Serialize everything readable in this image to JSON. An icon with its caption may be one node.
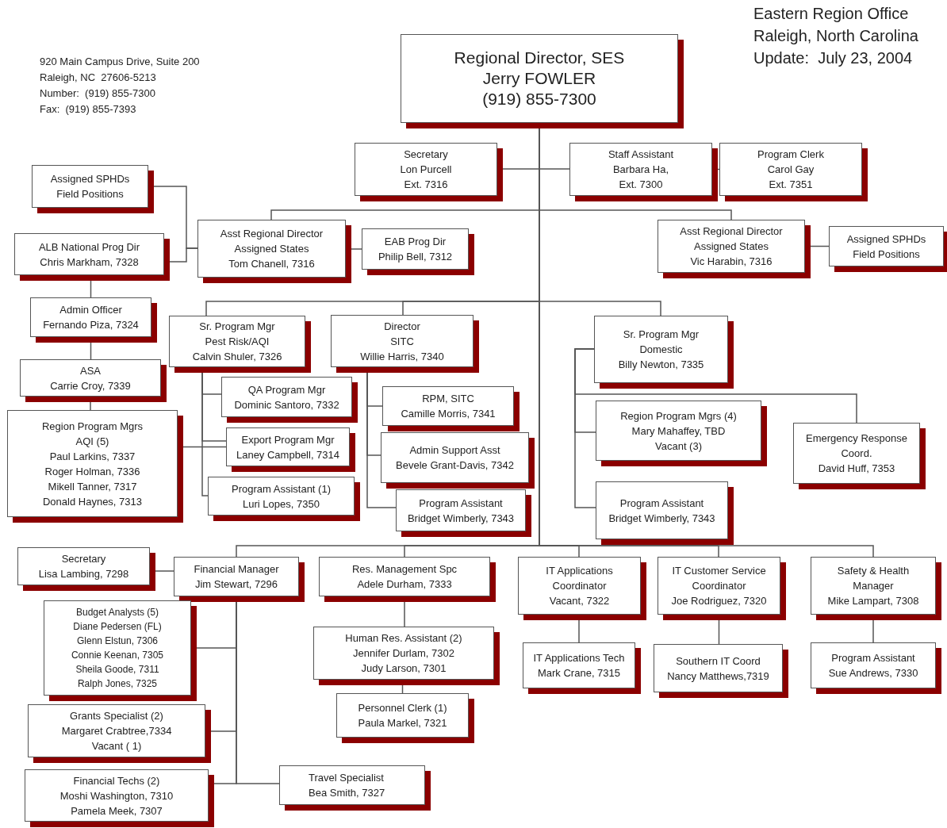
{
  "diagram": {
    "nodes": [
      {
        "text": [
          "Regional Director, SES",
          "Jerry FOWLER",
          "(919) 855-7300"
        ]
      },
      {
        "text": [
          "Secretary",
          "Lon Purcell",
          "Ext. 7316"
        ]
      },
      {
        "text": [
          "Staff Assistant",
          "Barbara Ha,",
          "Ext. 7300"
        ]
      },
      {
        "text": [
          "Program Clerk",
          "Carol Gay",
          "Ext. 7351"
        ]
      },
      {
        "text": [
          "Assigned SPHDs",
          "Field Positions"
        ]
      },
      {
        "text": [
          "ALB National Prog Dir",
          "Chris Markham, 7328"
        ]
      },
      {
        "text": [
          "Asst Regional Director",
          "Assigned States",
          "Tom Chanell, 7316"
        ]
      },
      {
        "text": [
          "EAB Prog Dir",
          "Philip Bell, 7312"
        ]
      },
      {
        "text": [
          "Asst Regional Director",
          "Assigned States",
          "Vic Harabin, 7316"
        ]
      },
      {
        "text": [
          "Assigned SPHDs",
          "Field Positions"
        ]
      },
      {
        "text": [
          "Admin Officer",
          "Fernando Piza, 7324"
        ]
      },
      {
        "text": [
          "ASA",
          "Carrie Croy, 7339"
        ]
      },
      {
        "text": [
          "Region Program Mgrs AQI (5)",
          "Paul Larkins, 7337",
          "Roger Holman, 7336",
          "Mikell Tanner, 7317",
          "Donald Haynes, 7313"
        ]
      },
      {
        "text": [
          "Sr. Program Mgr",
          "Pest Risk/AQI",
          "Calvin Shuler, 7326"
        ]
      },
      {
        "text": [
          "Director",
          "SITC",
          "Willie Harris, 7340"
        ]
      },
      {
        "text": [
          "Sr. Program Mgr",
          "Domestic",
          "Billy Newton, 7335"
        ]
      },
      {
        "text": [
          "QA Program Mgr",
          "Dominic Santoro, 7332"
        ]
      },
      {
        "text": [
          "RPM, SITC",
          "Camille Morris, 7341"
        ]
      },
      {
        "text": [
          "Export Program Mgr",
          "Laney Campbell, 7314"
        ]
      },
      {
        "text": [
          "Admin Support Asst",
          "Bevele Grant-Davis, 7342"
        ]
      },
      {
        "text": [
          "Program Assistant (1)",
          "Luri Lopes, 7350"
        ]
      },
      {
        "text": [
          "Program Assistant",
          "Bridget Wimberly, 7343"
        ]
      },
      {
        "text": [
          "Region Program Mgrs (4)",
          "Mary Mahaffey, TBD",
          "Vacant (3)"
        ]
      },
      {
        "text": [
          "Emergency Response Coord.",
          "David Huff, 7353"
        ]
      },
      {
        "text": [
          "Program Assistant",
          "Bridget Wimberly, 7343"
        ]
      },
      {
        "text": [
          "Secretary",
          "Lisa Lambing, 7298"
        ]
      },
      {
        "text": [
          "Financial Manager",
          "Jim Stewart, 7296"
        ]
      },
      {
        "text": [
          "Res. Management Spc",
          "Adele Durham, 7333"
        ]
      },
      {
        "text": [
          "IT Applications Coordinator",
          "Vacant, 7322"
        ]
      },
      {
        "text": [
          "IT Customer Service Coordinator",
          "Joe Rodriguez, 7320"
        ]
      },
      {
        "text": [
          "Safety & Health Manager",
          "Mike Lampart, 7308"
        ]
      },
      {
        "text": [
          "Budget Analysts (5)",
          "Diane Pedersen (FL)",
          "Glenn Elstun, 7306",
          "Connie Keenan, 7305",
          "Sheila Goode, 7311",
          "Ralph Jones, 7325"
        ]
      },
      {
        "text": [
          "Human Res. Assistant (2)",
          "Jennifer Durlam, 7302",
          "Judy Larson, 7301"
        ]
      },
      {
        "text": [
          "IT Applications Tech",
          "Mark Crane, 7315"
        ]
      },
      {
        "text": [
          "Southern IT Coord",
          "Nancy Matthews,7319"
        ]
      },
      {
        "text": [
          "Program Assistant",
          "Sue Andrews, 7330"
        ]
      },
      {
        "text": [
          "Personnel Clerk (1)",
          "Paula Markel, 7321"
        ]
      },
      {
        "text": [
          "Grants Specialist (2)",
          "Margaret Crabtree,7334",
          "Vacant ( 1)"
        ]
      },
      {
        "text": [
          "Travel Specialist",
          "Bea Smith, 7327"
        ]
      },
      {
        "text": [
          "Financial Techs (2)",
          "Moshi Washington, 7310",
          "Pamela Meek, 7307"
        ]
      }
    ],
    "edges": [
      {
        "from": 0,
        "to": 1,
        "arrow": "none"
      },
      {
        "from": 0,
        "to": 2,
        "arrow": "none"
      },
      {
        "from": 2,
        "to": 3,
        "arrow": "none"
      },
      {
        "from": 0,
        "to": 6,
        "arrow": "none"
      },
      {
        "from": 0,
        "to": 8,
        "arrow": "none"
      },
      {
        "from": 6,
        "to": 4,
        "arrow": "none"
      },
      {
        "from": 6,
        "to": 5,
        "arrow": "none"
      },
      {
        "from": 6,
        "to": 7,
        "arrow": "none"
      },
      {
        "from": 8,
        "to": 9,
        "arrow": "none"
      },
      {
        "from": 5,
        "to": 10,
        "arrow": "none"
      },
      {
        "from": 10,
        "to": 11,
        "arrow": "none"
      },
      {
        "from": 11,
        "to": 12,
        "arrow": "none"
      },
      {
        "from": 0,
        "to": 13,
        "arrow": "none"
      },
      {
        "from": 0,
        "to": 14,
        "arrow": "none"
      },
      {
        "from": 0,
        "to": 15,
        "arrow": "none"
      },
      {
        "from": 13,
        "to": 16,
        "arrow": "none"
      },
      {
        "from": 13,
        "to": 18,
        "arrow": "none"
      },
      {
        "from": 13,
        "to": 20,
        "arrow": "none"
      },
      {
        "from": 12,
        "to": 18,
        "arrow": "none"
      },
      {
        "from": 14,
        "to": 17,
        "arrow": "none"
      },
      {
        "from": 14,
        "to": 19,
        "arrow": "none"
      },
      {
        "from": 14,
        "to": 21,
        "arrow": "none"
      },
      {
        "from": 15,
        "to": 22,
        "arrow": "none"
      },
      {
        "from": 15,
        "to": 24,
        "arrow": "none"
      },
      {
        "from": 15,
        "to": 23,
        "arrow": "none"
      },
      {
        "from": 0,
        "to": 26,
        "arrow": "none"
      },
      {
        "from": 0,
        "to": 27,
        "arrow": "none"
      },
      {
        "from": 0,
        "to": 28,
        "arrow": "none"
      },
      {
        "from": 0,
        "to": 29,
        "arrow": "none"
      },
      {
        "from": 0,
        "to": 30,
        "arrow": "none"
      },
      {
        "from": 26,
        "to": 25,
        "arrow": "none"
      },
      {
        "from": 26,
        "to": 31,
        "arrow": "none"
      },
      {
        "from": 26,
        "to": 37,
        "arrow": "none"
      },
      {
        "from": 26,
        "to": 39,
        "arrow": "none"
      },
      {
        "from": 26,
        "to": 38,
        "arrow": "none"
      },
      {
        "from": 27,
        "to": 32,
        "arrow": "none"
      },
      {
        "from": 32,
        "to": 36,
        "arrow": "none"
      },
      {
        "from": 28,
        "to": 33,
        "arrow": "none"
      },
      {
        "from": 29,
        "to": 34,
        "arrow": "none"
      },
      {
        "from": 30,
        "to": 35,
        "arrow": "none"
      }
    ],
    "labels": [
      "920 Main Campus Drive, Suite 200",
      "Raleigh, NC  27606-5213",
      "Number:  (919) 855-7300",
      "Fax:  (919) 855-7393",
      "Eastern Region Office",
      "Raleigh, North Carolina",
      "Update:  July 23, 2004"
    ]
  }
}
